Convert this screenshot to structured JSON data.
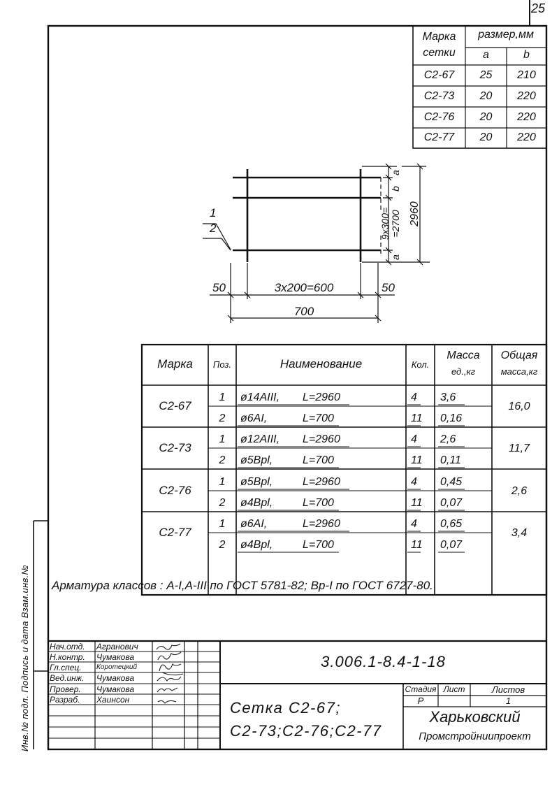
{
  "page_number": "25",
  "side_stamp": "Инв.№ подл. Подпись и дата Взам.инв.№",
  "size_table": {
    "headers": {
      "mark": "Марка",
      "mark2": "сетки",
      "size": "размер,мм",
      "a": "a",
      "b": "b"
    },
    "rows": [
      {
        "mark": "С2-67",
        "a": "25",
        "b": "210"
      },
      {
        "mark": "С2-73",
        "a": "20",
        "b": "220"
      },
      {
        "mark": "С2-76",
        "a": "20",
        "b": "220"
      },
      {
        "mark": "С2-77",
        "a": "20",
        "b": "220"
      }
    ]
  },
  "drawing": {
    "pos1": "1",
    "pos2": "2",
    "dim_left": "50",
    "dim_mid": "3x200=600",
    "dim_right": "50",
    "dim_total": "700",
    "dim_a": "a",
    "dim_b": "b",
    "dim_vert_1": "9x300=",
    "dim_vert_2": "=2700",
    "dim_height": "2960"
  },
  "spec_table": {
    "headers": {
      "mark": "Марка",
      "pos": "Поз.",
      "name": "Наименование",
      "qty": "Кол.",
      "mass1": "Масса",
      "mass2": "ед.,кг",
      "total1": "Общая",
      "total2": "масса,кг"
    },
    "groups": [
      {
        "mark": "С2-67",
        "total": "16,0",
        "rows": [
          {
            "pos": "1",
            "name": "ø14AIII,",
            "len": "L=2960",
            "qty": "4",
            "mass": "3,6"
          },
          {
            "pos": "2",
            "name": "ø6AI,",
            "len": "L=700",
            "qty": "11",
            "mass": "0,16"
          }
        ]
      },
      {
        "mark": "С2-73",
        "total": "11,7",
        "rows": [
          {
            "pos": "1",
            "name": "ø12AIII,",
            "len": "L=2960",
            "qty": "4",
            "mass": "2,6"
          },
          {
            "pos": "2",
            "name": "ø5Bpl,",
            "len": "L=700",
            "qty": "11",
            "mass": "0,11"
          }
        ]
      },
      {
        "mark": "С2-76",
        "total": "2,6",
        "rows": [
          {
            "pos": "1",
            "name": "ø5Bpl,",
            "len": "L=2960",
            "qty": "4",
            "mass": "0,45"
          },
          {
            "pos": "2",
            "name": "ø4Bpl,",
            "len": "L=700",
            "qty": "11",
            "mass": "0,07"
          }
        ]
      },
      {
        "mark": "С2-77",
        "total": "3,4",
        "rows": [
          {
            "pos": "1",
            "name": "ø6AI,",
            "len": "L=2960",
            "qty": "4",
            "mass": "0,65"
          },
          {
            "pos": "2",
            "name": "ø4Bpl,",
            "len": "L=700",
            "qty": "11",
            "mass": "0,07"
          }
        ]
      }
    ]
  },
  "note": "Арматура классов : A-I,A-III по ГОСТ 5781-82; Bp-I по ГОСТ 6727-80.",
  "title_block": {
    "signatures": [
      {
        "role": "Нач.отд.",
        "name": "Агранович"
      },
      {
        "role": "Н.контр.",
        "name": "Чумакова"
      },
      {
        "role": "Гл.спец.",
        "name": "Коротецкий"
      },
      {
        "role": "Вед.инж.",
        "name": "Чумакова"
      },
      {
        "role": "Провер.",
        "name": "Чумакова"
      },
      {
        "role": "Разраб.",
        "name": "Хаинсон"
      }
    ],
    "doc_code": "3.006.1-8.4-1-18",
    "title_line1": "Сетка С2-67;",
    "title_line2": "С2-73;С2-76;С2-77",
    "stage_label": "Стадия",
    "sheet_label": "Лист",
    "sheets_label": "Листов",
    "stage": "Р",
    "sheets": "1",
    "org_line1": "Харьковский",
    "org_line2": "Промстройниипроект"
  }
}
